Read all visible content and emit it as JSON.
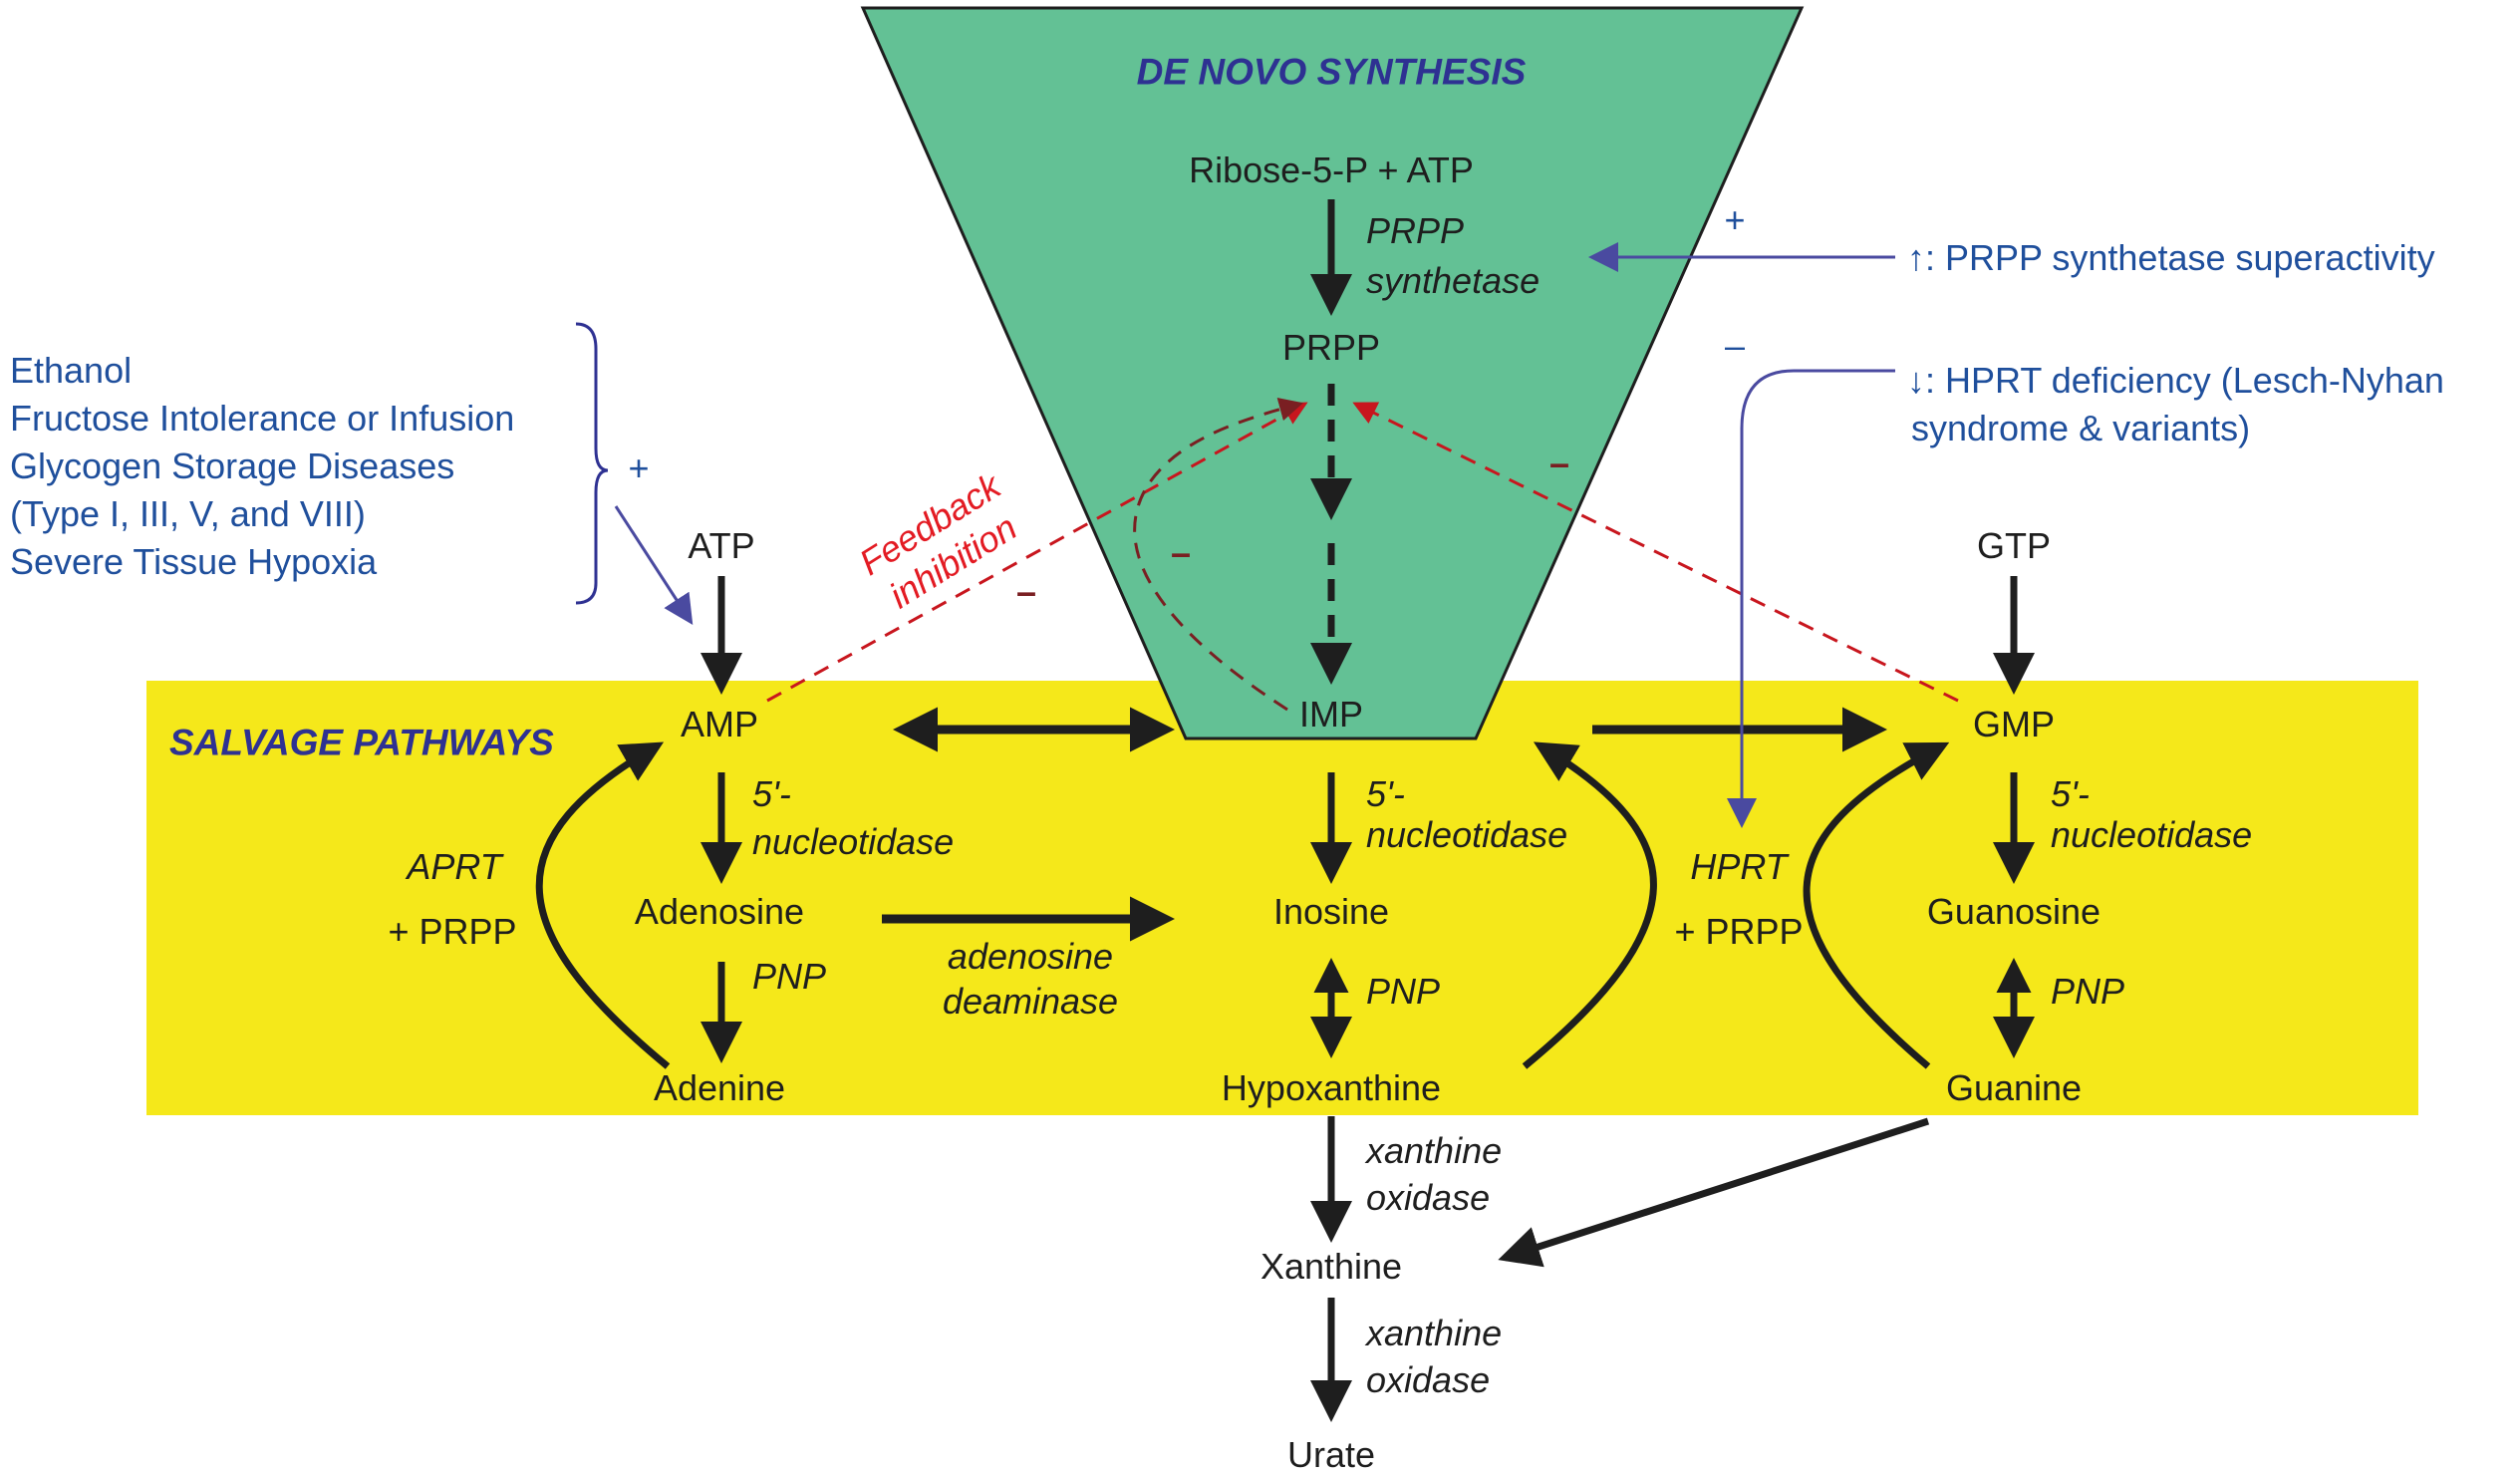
{
  "colors": {
    "de_novo_fill": "#63c195",
    "salvage_fill": "#f5e81a",
    "title_navy": "#2e3192",
    "modifier_blue": "#1f4f9c",
    "feedback_red": "#e31b23",
    "feedback_dark_red": "#7a1f22",
    "arrow_black": "#1e1e1e",
    "arrow_blue": "#4a4aa0"
  },
  "de_novo": {
    "title": "DE NOVO SYNTHESIS",
    "substrate": "Ribose-5-P + ATP",
    "enzyme_line1": "PRPP",
    "enzyme_line2": "synthetase",
    "prpp": "PRPP",
    "imp": "IMP"
  },
  "salvage": {
    "title": "SALVAGE PATHWAYS",
    "amp": "AMP",
    "adenosine": "Adenosine",
    "adenine": "Adenine",
    "inosine": "Inosine",
    "hypoxanthine": "Hypoxanthine",
    "gmp": "GMP",
    "guanosine": "Guanosine",
    "guanine": "Guanine",
    "nucleotidase_l1": "5'-",
    "nucleotidase_l2": "nucleotidase",
    "pnp": "PNP",
    "adenosine_deaminase_l1": "adenosine",
    "adenosine_deaminase_l2": "deaminase",
    "aprt_l1": "APRT",
    "aprt_l2": "+ PRPP",
    "hprt_l1": "HPRT",
    "hprt_l2": "+ PRPP"
  },
  "inputs": {
    "atp": "ATP",
    "gtp": "GTP"
  },
  "catabolism": {
    "xanthine_oxidase_l1": "xanthine",
    "xanthine_oxidase_l2": "oxidase",
    "xanthine": "Xanthine",
    "urate": "Urate"
  },
  "feedback": {
    "label_l1": "Feedback",
    "label_l2": "inhibition",
    "minus": "–"
  },
  "modifiers": {
    "left_list": [
      "Ethanol",
      "Fructose Intolerance or Infusion",
      "Glycogen Storage Diseases",
      "(Type I, III, V, and VIII)",
      "Severe Tissue Hypoxia"
    ],
    "left_sign": "+",
    "prpp_superactivity": "↑: PRPP synthetase superactivity",
    "prpp_sign": "+",
    "hprt_deficiency_l1": "↓: HPRT deficiency (Lesch-Nyhan",
    "hprt_deficiency_l2": "syndrome & variants)",
    "hprt_sign": "–"
  }
}
